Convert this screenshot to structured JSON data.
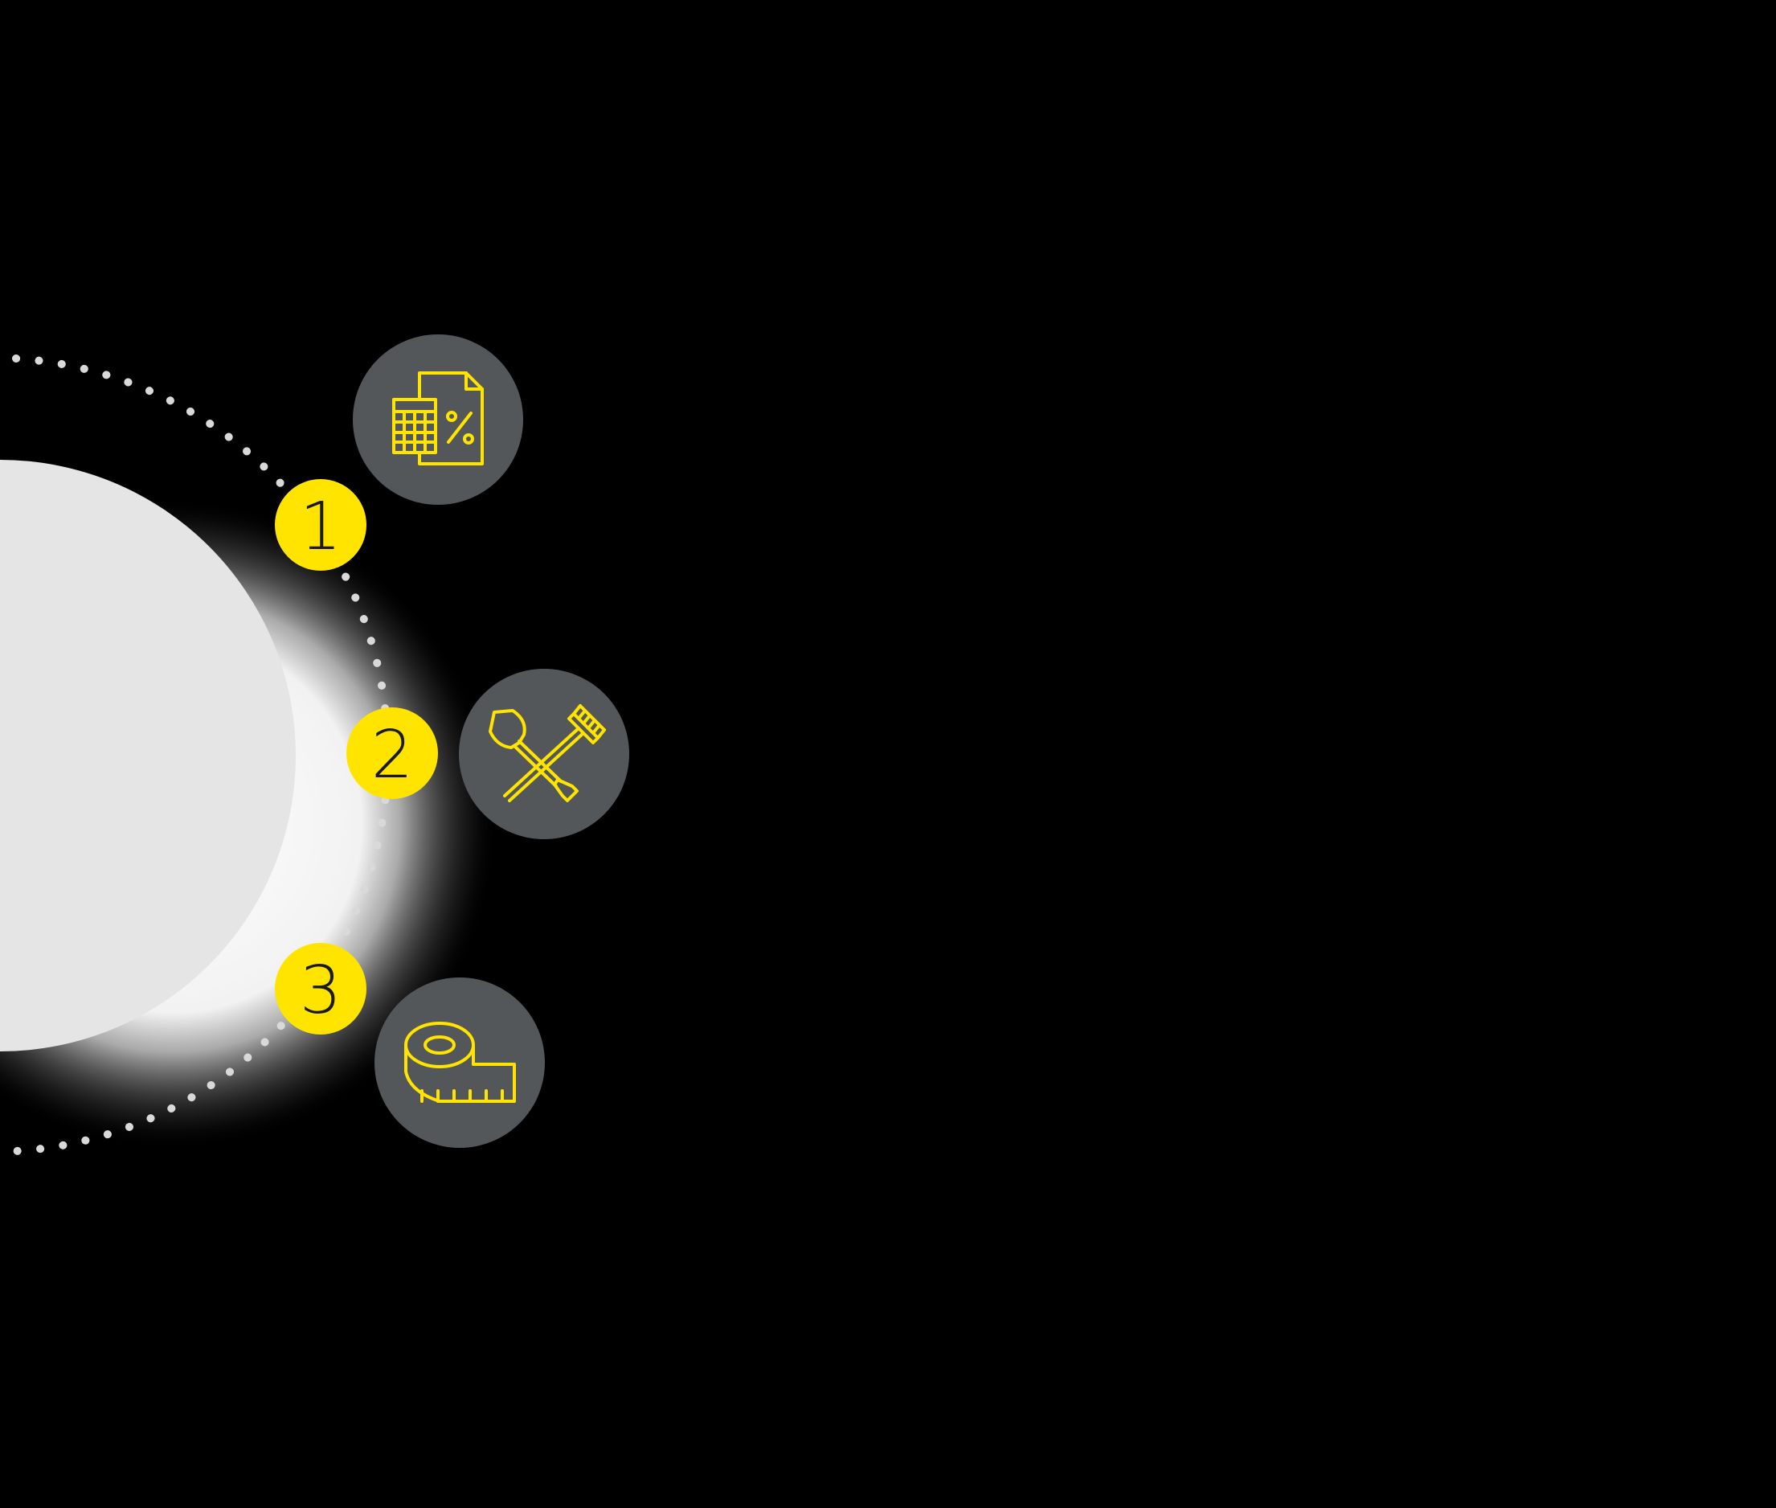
{
  "colors": {
    "background": "#000000",
    "core": "#e5e5e5",
    "glow": "#ffffff",
    "dots": "#d9d9d9",
    "badge": "#ffe400",
    "badge_text": "#1a1a1a",
    "icon_bg": "#54575a",
    "icon_stroke": "#ffe400"
  },
  "steps": [
    {
      "number": "1",
      "icon": "calculator-percent-document-icon"
    },
    {
      "number": "2",
      "icon": "shovel-rake-icon"
    },
    {
      "number": "3",
      "icon": "measuring-tape-icon"
    }
  ]
}
